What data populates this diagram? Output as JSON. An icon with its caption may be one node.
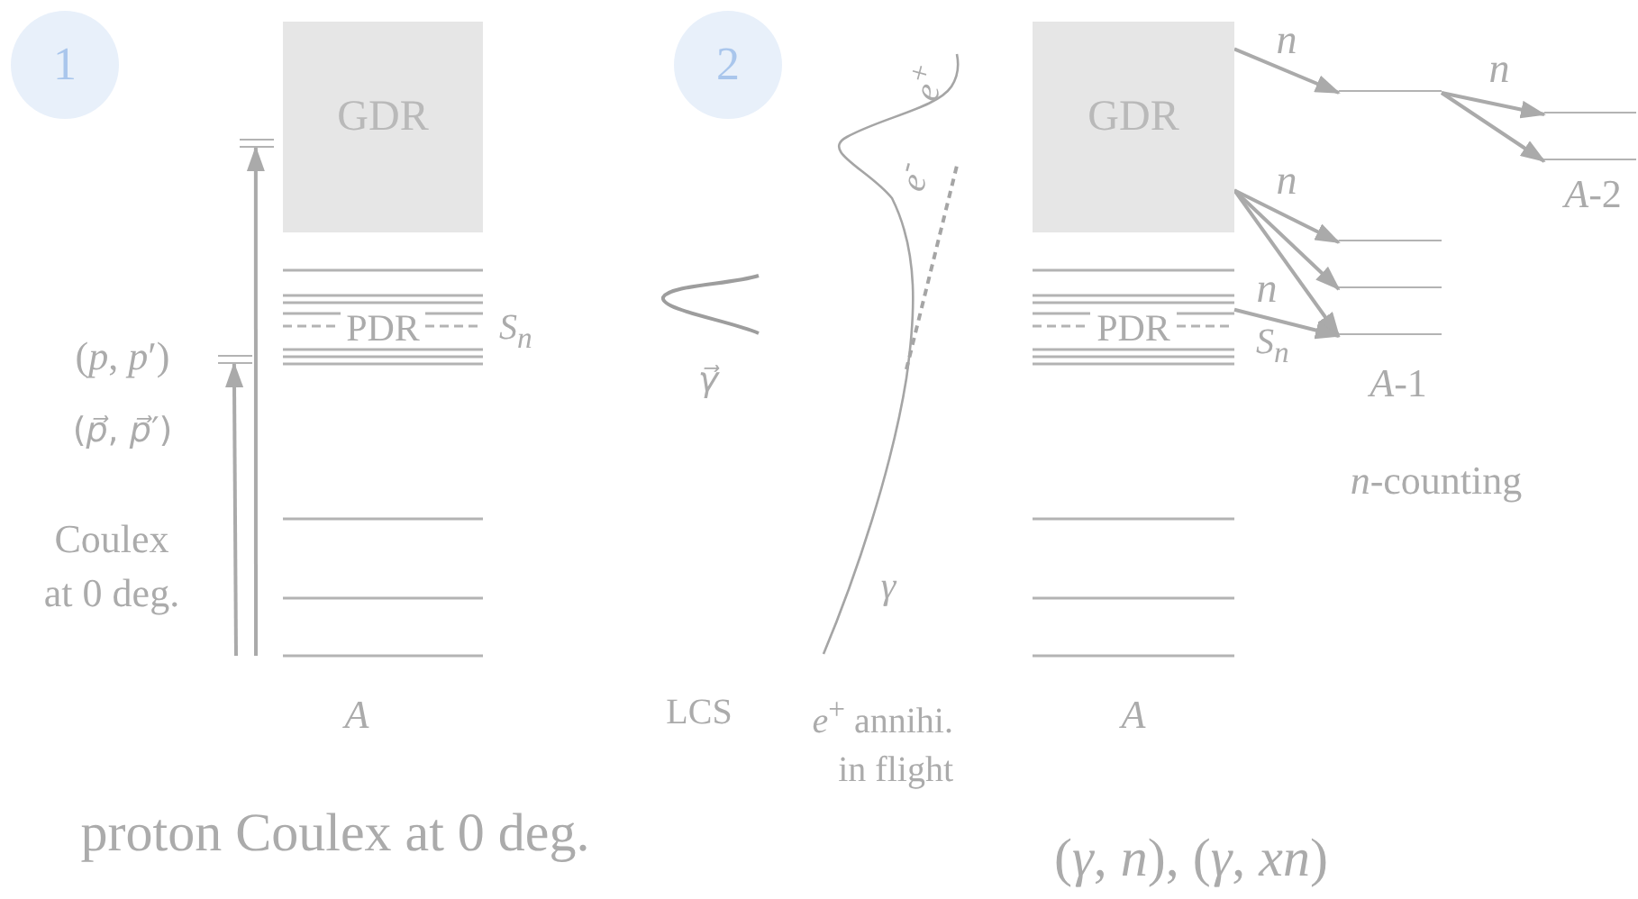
{
  "diagram": {
    "nodes": [
      {
        "text": [
          "1"
        ]
      },
      {
        "text": [
          "GDR"
        ]
      },
      {
        "text": [],
        "shape": "bar"
      },
      {
        "text": [
          "PDR"
        ],
        "beside": [
          "S$_{n}$"
        ]
      },
      {
        "text": [],
        "shape": "bar"
      },
      {
        "text": [
          "2"
        ]
      },
      {
        "text": [
          "GDR"
        ]
      },
      {
        "text": [],
        "shape": "bar"
      },
      {
        "text": [],
        "shape": "bar"
      },
      {
        "text": [],
        "shape": "bar"
      },
      {
        "text": [
          "PDR"
        ],
        "beside": [
          "S$_{n}$"
        ]
      },
      {
        "text": [],
        "shape": "bar"
      },
      {
        "text": [],
        "shape": "bar"
      },
      {
        "text": [],
        "shape": "bar"
      }
    ],
    "edges": [
      {
        "from": null,
        "to": 2,
        "arrow": "to"
      },
      {
        "from": null,
        "to": 4,
        "arrow": "to"
      },
      {
        "from": 6,
        "to": 7,
        "arrow": "to",
        "label": "n"
      },
      {
        "from": 7,
        "to": 8,
        "arrow": "to",
        "label": "n"
      },
      {
        "from": 7,
        "to": 9,
        "arrow": "to"
      },
      {
        "from": 6,
        "to": 11,
        "arrow": "to",
        "label": "n"
      },
      {
        "from": 6,
        "to": 12,
        "arrow": "to"
      },
      {
        "from": 6,
        "to": 13,
        "arrow": "to"
      },
      {
        "from": 10,
        "to": 13,
        "arrow": "to",
        "label": "n"
      }
    ],
    "labels": [
      "(*p*, *p*′)",
      "(*p⃗*, *p⃗*′)",
      "Coulex at 0 deg.",
      "A",
      "γ⃗",
      "*e*$^{+}$",
      "*e*$^{-}$",
      "γ",
      "LCS",
      "*e*$^{+}$ annihi. in flight",
      "A",
      "*A*-1",
      "*A*-2",
      "*n*-counting",
      "proton Coulex at 0 deg.",
      "(*γ*, *n*), (*γ*, *xn*)"
    ]
  }
}
